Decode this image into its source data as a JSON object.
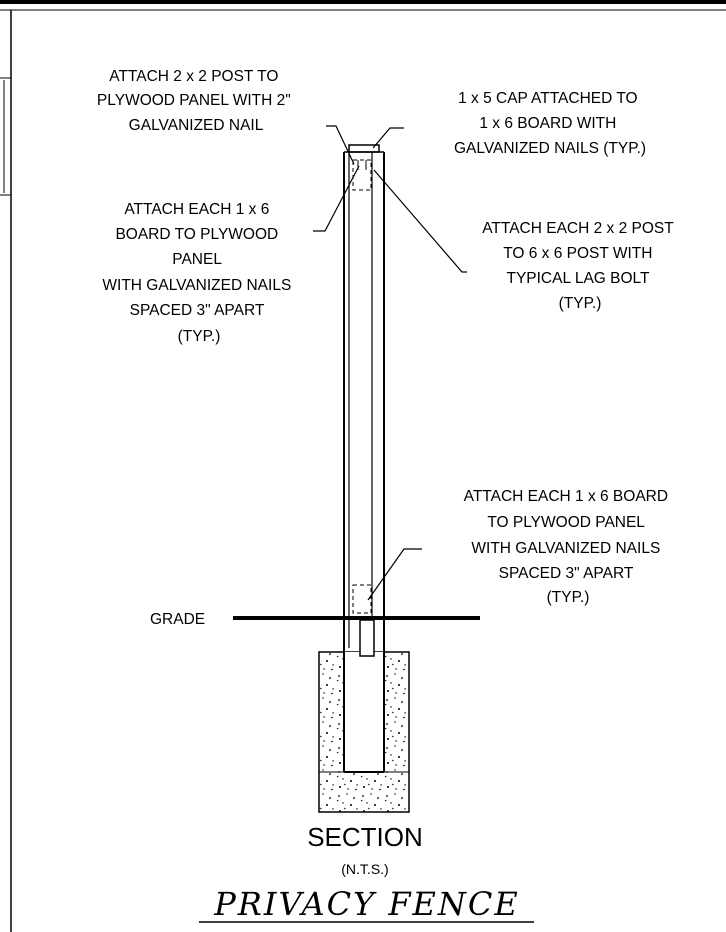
{
  "notes": {
    "attach_2x2_plywood": [
      "ATTACH 2 x 2 POST TO",
      "PLYWOOD PANEL WITH 2\"",
      "GALVANIZED NAIL"
    ],
    "cap": [
      "1 x 5 CAP ATTACHED TO",
      "1 x 6 BOARD WITH",
      "GALVANIZED NAILS (TYP.)"
    ],
    "attach_1x6_upper": [
      "ATTACH EACH 1 x 6",
      "BOARD TO PLYWOOD",
      "PANEL",
      "WITH GALVANIZED NAILS",
      "SPACED 3\" APART",
      "(TYP.)"
    ],
    "attach_2x2_6x6": [
      "ATTACH EACH 2 x 2 POST",
      "TO 6 x 6 POST WITH",
      "TYPICAL LAG BOLT",
      "(TYP.)"
    ],
    "attach_1x6_lower": [
      "ATTACH EACH 1 x 6 BOARD",
      "TO PLYWOOD PANEL",
      "WITH GALVANIZED NAILS",
      "SPACED 3\" APART",
      "(TYP.)"
    ],
    "grade": "GRADE"
  },
  "section_title": "SECTION",
  "section_scale": "(N.T.S.)",
  "drawing_title": "PRIVACY FENCE"
}
